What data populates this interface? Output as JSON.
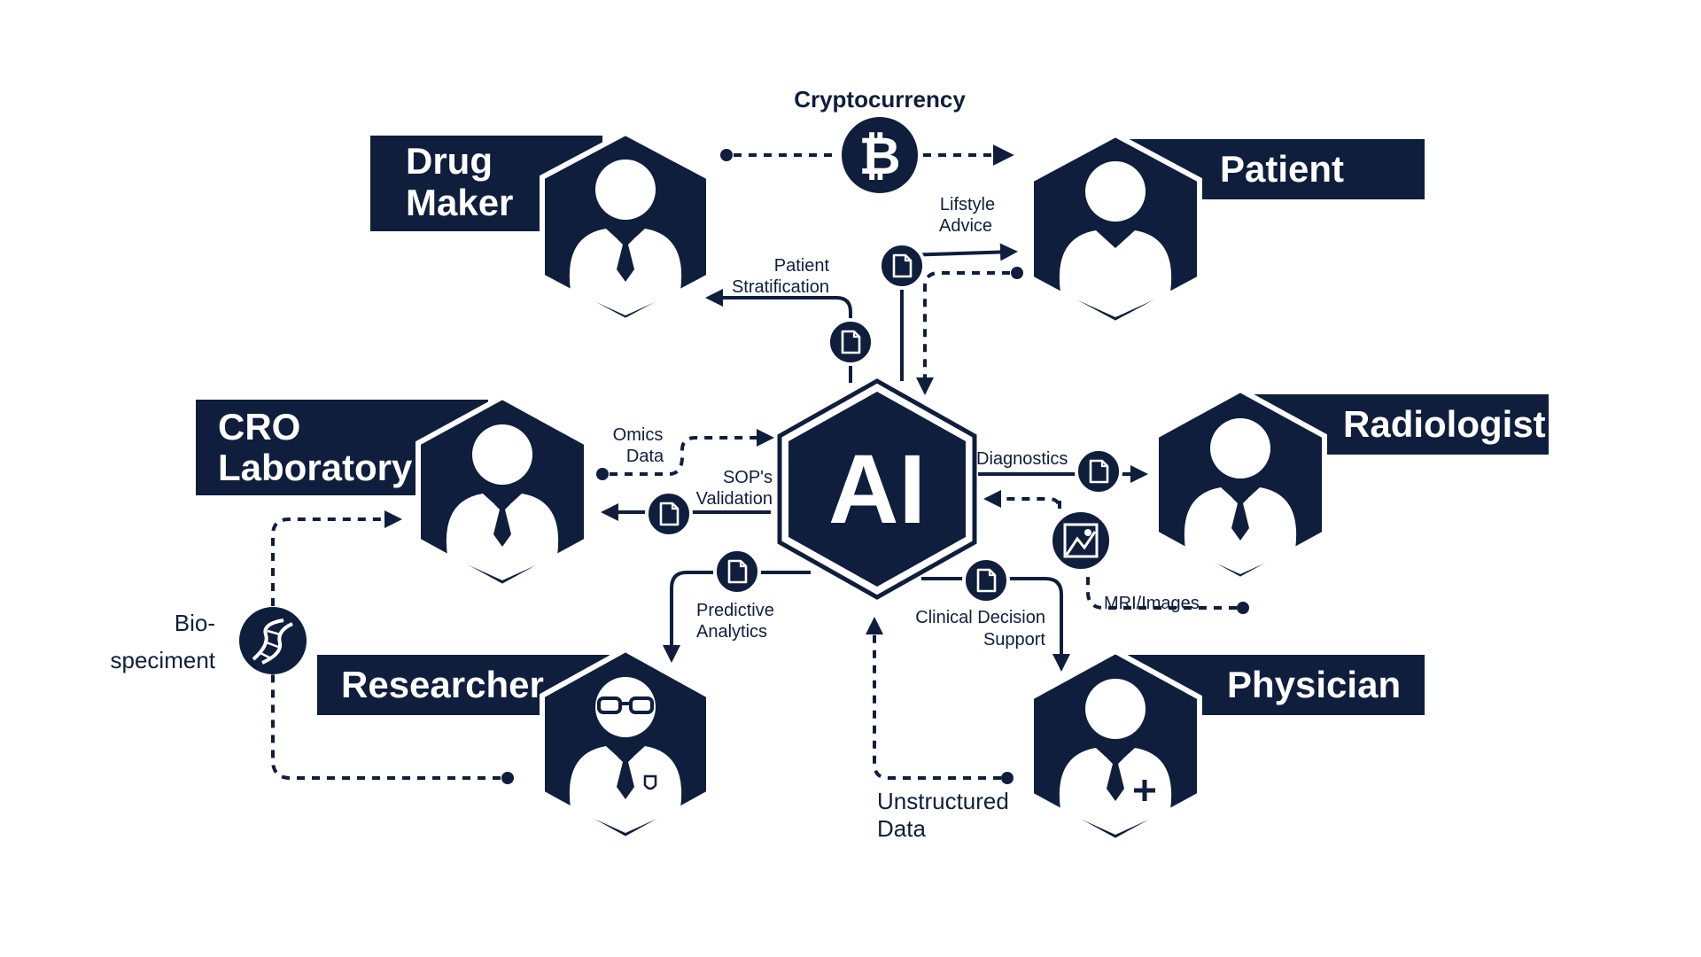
{
  "colors": {
    "navy": "#0f1e3c",
    "white": "#ffffff"
  },
  "center": {
    "label": "AI"
  },
  "roles": {
    "drug_maker": {
      "line1": "Drug",
      "line2": "Maker",
      "icon": "businessman-icon"
    },
    "patient": {
      "label": "Patient",
      "icon": "user-icon"
    },
    "cro": {
      "line1": "CRO",
      "line2": "Laboratory",
      "icon": "businessman-icon"
    },
    "radiologist": {
      "label": "Radiologist",
      "icon": "businessman-icon"
    },
    "researcher": {
      "label": "Researcher",
      "icon": "researcher-icon"
    },
    "physician": {
      "label": "Physician",
      "icon": "doctor-icon"
    }
  },
  "flows": {
    "cryptocurrency": "Cryptocurrency",
    "lifestyle_1": "Lifstyle",
    "lifestyle_2": "Advice",
    "stratification_1": "Patient",
    "stratification_2": "Stratification",
    "omics_1": "Omics",
    "omics_2": "Data",
    "sop_1": "SOP's",
    "sop_2": "Validation",
    "diagnostics": "Diagnostics",
    "mri": "MRI/Images",
    "predictive_1": "Predictive",
    "predictive_2": "Analytics",
    "clinical_1": "Clinical Decision",
    "clinical_2": "Support",
    "unstructured_1": "Unstructured",
    "unstructured_2": "Data",
    "biospecimen_1": "Bio-",
    "biospecimen_2": "speciment"
  }
}
